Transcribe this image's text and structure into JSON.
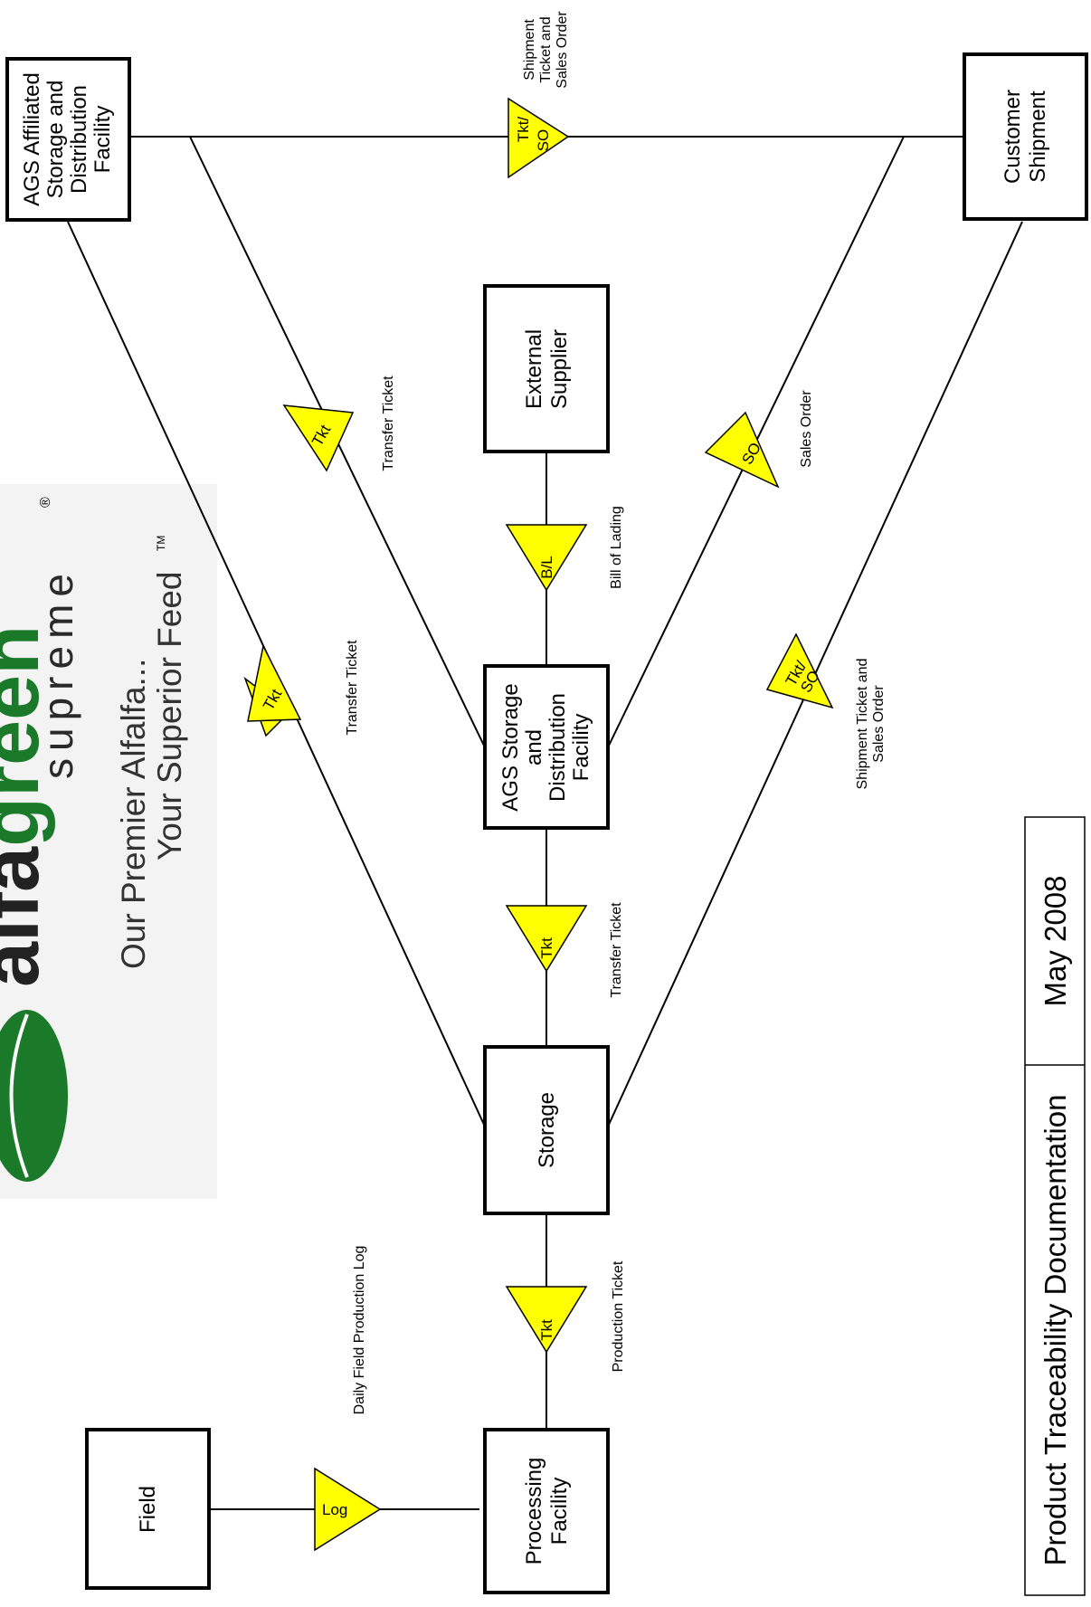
{
  "logo": {
    "brand_prefix": "alfa",
    "brand_highlight": "green",
    "brand_line2": "supreme",
    "registered_mark": "®",
    "tagline_line1": "Our Premier Alfalfa...",
    "tagline_line2": "Your Superior Feed",
    "trademark_mark": "TM",
    "brand_green": "#1a7a2a",
    "leaf_green": "#1a7a2a"
  },
  "nodes": {
    "field": "Field",
    "processing_facility": [
      "Processing",
      "Facility"
    ],
    "storage": "Storage",
    "ags_storage_distribution": [
      "AGS Storage",
      "and",
      "Distribution",
      "Facility"
    ],
    "external_supplier": [
      "External",
      "Supplier"
    ],
    "ags_affiliated": [
      "AGS Affiliated",
      "Storage and",
      "Distribution",
      "Facility"
    ],
    "customer_shipment": [
      "Customer",
      "Shipment"
    ]
  },
  "documents": {
    "log": {
      "code": "Log",
      "label": "Daily Field Production Log"
    },
    "production_ticket": {
      "code": "Tkt",
      "label": "Production Ticket"
    },
    "transfer_storage_ags": {
      "code": "Tkt",
      "label": "Transfer Ticket"
    },
    "bill_of_lading": {
      "code": "B/L",
      "label": "Bill of Lading"
    },
    "transfer_storage_affiliated": {
      "code": "Tkt",
      "label": "Transfer Ticket"
    },
    "transfer_ags_affiliated": {
      "code": "Tkt",
      "label": "Transfer Ticket"
    },
    "shipment_storage_customer": {
      "code_line1": "Tkt/",
      "code_line2": "SO",
      "label_line1": "Shipment Ticket and",
      "label_line2": "Sales Order"
    },
    "sales_order_ags_customer": {
      "code": "SO",
      "label": "Sales Order"
    },
    "shipment_affiliated_customer": {
      "code_line1": "Tkt/",
      "code_line2": "SO",
      "label_line1": "Shipment",
      "label_line2": "Ticket and",
      "label_line3": "Sales Order"
    }
  },
  "footer": {
    "title": "Product Traceability Documentation",
    "date": "May 2008"
  },
  "colors": {
    "triangle_fill": "#ffff00",
    "line": "#000000"
  }
}
